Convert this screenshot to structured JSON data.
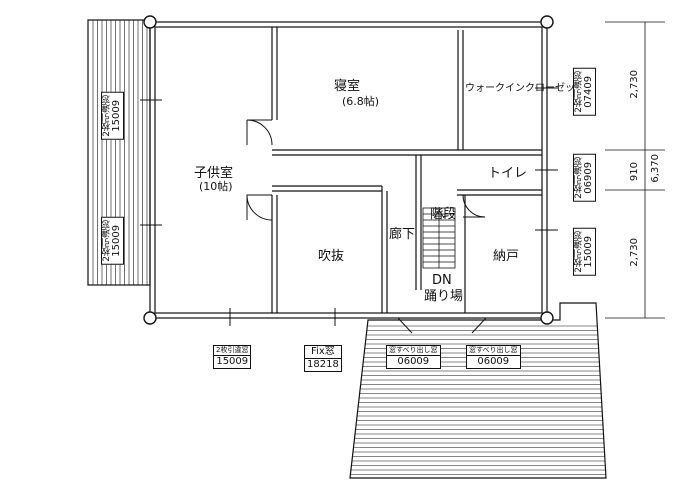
{
  "rooms": {
    "master_bedroom": "寝室",
    "master_bedroom_size": "(6.8帖)",
    "walk_in_closet": "ウォークインクローゼット",
    "child_room": "子供室",
    "child_room_size": "(10帖)",
    "toilet": "トイレ",
    "stairs": "階段",
    "corridor": "廊下",
    "void": "吹抜",
    "storage": "納戸",
    "down": "DN",
    "landing": "踊り場"
  },
  "window_tags": {
    "left_top": {
      "type": "2枚引違窓",
      "code": "15009"
    },
    "left_bottom": {
      "type": "2枚引違窓",
      "code": "15009"
    },
    "right_top": {
      "type": "2枚引違窓",
      "code": "07409"
    },
    "right_middle": {
      "type": "2枚引違窓",
      "code": "06909"
    },
    "right_bottom": {
      "type": "2枚引違窓",
      "code": "15009"
    },
    "bottom_left": {
      "type": "2枚引違窓",
      "code": "15009"
    },
    "bottom_fix": {
      "type": "Fix窓",
      "code": "18218"
    },
    "bottom_sliding_1": {
      "type": "窓すべり出し窓",
      "code": "06009"
    },
    "bottom_sliding_2": {
      "type": "窓すべり出し窓",
      "code": "06009"
    }
  },
  "dimensions": {
    "segment_1": "2,730",
    "segment_2": "910",
    "segment_3": "2,730",
    "total": "6,370"
  }
}
